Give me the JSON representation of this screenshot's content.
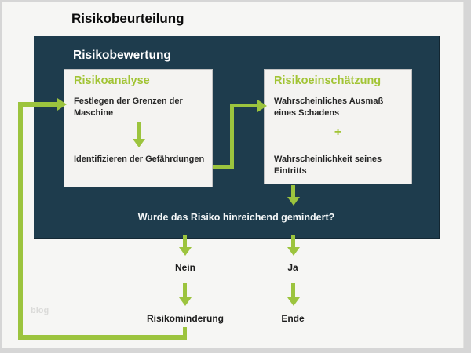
{
  "page": {
    "title": "Risikobeurteilung",
    "watermark": "blog"
  },
  "evaluation": {
    "title": "Risikobewertung",
    "question": "Wurde das Risiko hinreichend gemindert?",
    "analysis": {
      "title": "Risikoanalyse",
      "step1": "Festlegen der Grenzen der Maschine",
      "step2": "Identifizieren der Gefährdungen"
    },
    "estimation": {
      "title": "Risikoeinschätzung",
      "item1": "Wahrscheinliches Ausmaß eines Schadens",
      "operator": "+",
      "item2": "Wahrscheinlichkeit seines Eintritts"
    }
  },
  "decision": {
    "no_label": "Nein",
    "yes_label": "Ja",
    "no_outcome": "Risikominderung",
    "yes_outcome": "Ende"
  },
  "colors": {
    "panel_dark": "#1e3c4d",
    "accent_green": "#9cc43e",
    "heading_green": "#a2c435",
    "page_bg": "#f6f6f4",
    "box_bg": "#f4f3f1"
  }
}
